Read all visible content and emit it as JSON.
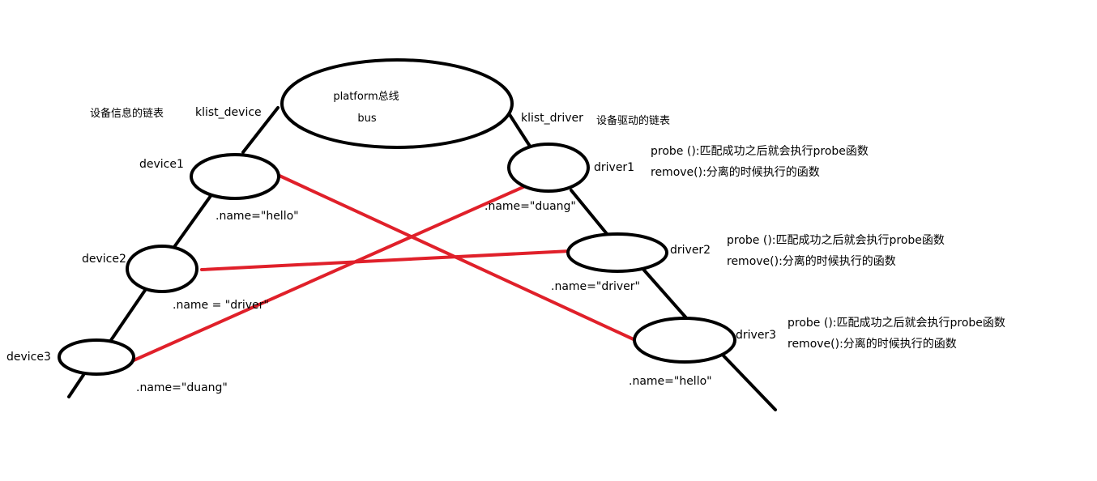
{
  "bus": {
    "title": "platform总线",
    "subtitle": "bus"
  },
  "device_side": {
    "list_caption": "设备信息的链表",
    "list_name": "klist_device",
    "devices": [
      {
        "label": "device1",
        "name_label": ".name=\"hello\""
      },
      {
        "label": "device2",
        "name_label": ".name = \"driver\""
      },
      {
        "label": "device3",
        "name_label": ".name=\"duang\""
      }
    ]
  },
  "driver_side": {
    "list_caption": "设备驱动的链表",
    "list_name": "klist_driver",
    "drivers": [
      {
        "label": "driver1",
        "name_label": ".name=\"duang\"",
        "probe": "probe ():匹配成功之后就会执行probe函数",
        "remove": "remove():分离的时候执行的函数"
      },
      {
        "label": "driver2",
        "name_label": ".name=\"driver\"",
        "probe": "probe ():匹配成功之后就会执行probe函数",
        "remove": "remove():分离的时候执行的函数"
      },
      {
        "label": "driver3",
        "name_label": ".name=\"hello\"",
        "probe": "probe ():匹配成功之后就会执行probe函数",
        "remove": "remove():分离的时候执行的函数"
      }
    ]
  },
  "colors": {
    "link": "#000000",
    "match": "#e0202a"
  }
}
